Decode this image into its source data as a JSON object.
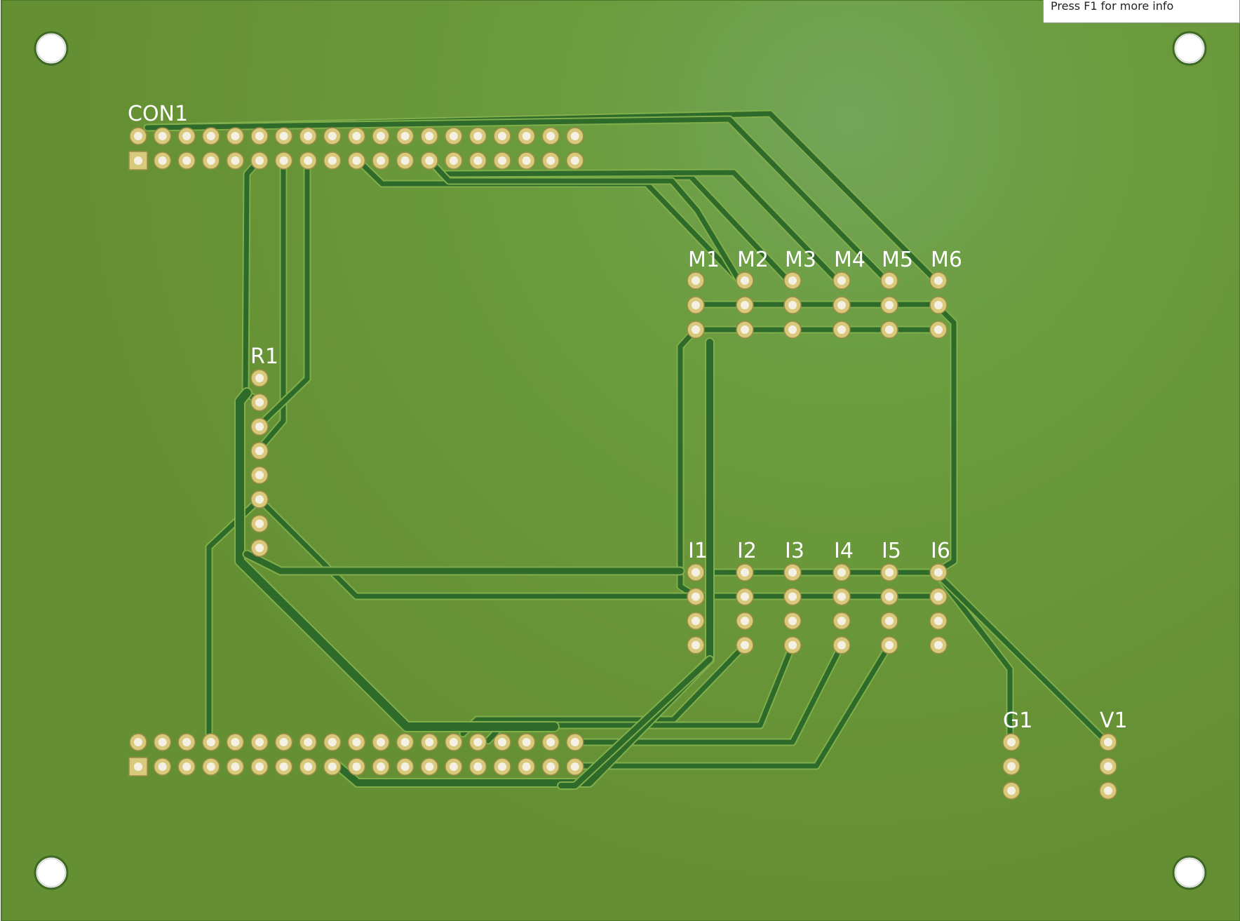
{
  "viewer": {
    "tooltip_text": "Press F1 for more info",
    "board_color": "#6a9a38",
    "trace_color": "#2e6a2a",
    "pad_color": "#d9c97a"
  },
  "components": {
    "con1_label": "CON1",
    "r1_label": "R1",
    "m_labels": [
      "M1",
      "M2",
      "M3",
      "M4",
      "M5",
      "M6"
    ],
    "i_labels": [
      "I1",
      "I2",
      "I3",
      "I4",
      "I5",
      "I6"
    ],
    "g1_label": "G1",
    "v1_label": "V1"
  }
}
